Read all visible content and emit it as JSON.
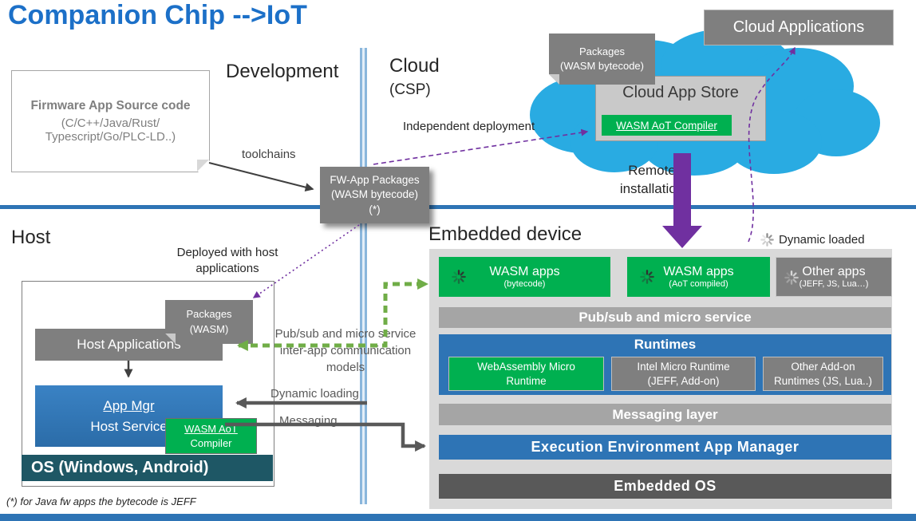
{
  "title": "Companion Chip -->IoT",
  "sections": {
    "development": "Development",
    "cloud": "Cloud",
    "csp": "(CSP)",
    "host": "Host",
    "embedded": "Embedded device"
  },
  "cloud_area": {
    "cloud_applications": "Cloud Applications",
    "app_store": "Cloud App Store",
    "aot_compiler": "WASM AoT Compiler",
    "packages_note": {
      "line1": "Packages",
      "line2": "(WASM bytecode)"
    },
    "independent_deployment": "Independent deployment",
    "remote": "Remote",
    "installation": "installation"
  },
  "dev_area": {
    "firmware": {
      "title": "Firmware App Source code",
      "line2": "(C/C++/Java/Rust/",
      "line3": "Typescript/Go/PLC-LD..)"
    },
    "toolchains": "toolchains",
    "fw_packages": {
      "line1": "FW-App Packages",
      "line2": "(WASM bytecode)",
      "line3": "(*)"
    }
  },
  "host_area": {
    "deployed1": "Deployed with host",
    "deployed2": "applications",
    "packages_note": {
      "line1": "Packages",
      "line2": "(WASM)"
    },
    "host_applications": "Host Applications",
    "app_mgr": {
      "line1": "App Mgr",
      "line2": "Host Service"
    },
    "aot_compiler": {
      "line1": "WASM AoT",
      "line2": "Compiler"
    },
    "os_bar": "OS (Windows, Android)",
    "pubsub1": "Pub/sub and micro service",
    "pubsub2": "inter-app communication models",
    "dynamic_loading": "Dynamic loading",
    "messaging": "Messaging"
  },
  "embedded_area": {
    "apps": [
      {
        "title": "WASM apps",
        "subtitle": "(bytecode)"
      },
      {
        "title": "WASM apps",
        "subtitle": "(AoT compiled)"
      },
      {
        "title": "Other apps",
        "subtitle": "(JEFF, JS, Lua…)"
      }
    ],
    "pubsub_bar": "Pub/sub and micro service",
    "runtimes_title": "Runtimes",
    "runtimes": [
      {
        "line1": "WebAssembly Micro",
        "line2": "Runtime"
      },
      {
        "line1": "Intel Micro Runtime",
        "line2": "(JEFF, Add-on)"
      },
      {
        "line1": "Other Add-on",
        "line2": "Runtimes (JS, Lua..)"
      }
    ],
    "messaging_layer": "Messaging layer",
    "exec_env": "Execution Environment App Manager",
    "embedded_os": "Embedded OS",
    "dynamic_loaded": "Dynamic loaded"
  },
  "footnote": "(*) for Java fw apps the bytecode is JEFF",
  "colors": {
    "title_blue": "#1C70C8",
    "accent_blue": "#2E74B5",
    "green": "#00B050",
    "gray": "#7F7F7F",
    "light_gray_bar": "#A5A5A5",
    "dark_gray": "#595959",
    "purple": "#7030A0",
    "cloud_blue": "#29ABE2",
    "os_teal": "#1E5765",
    "green_arrow": "#70AD47"
  }
}
